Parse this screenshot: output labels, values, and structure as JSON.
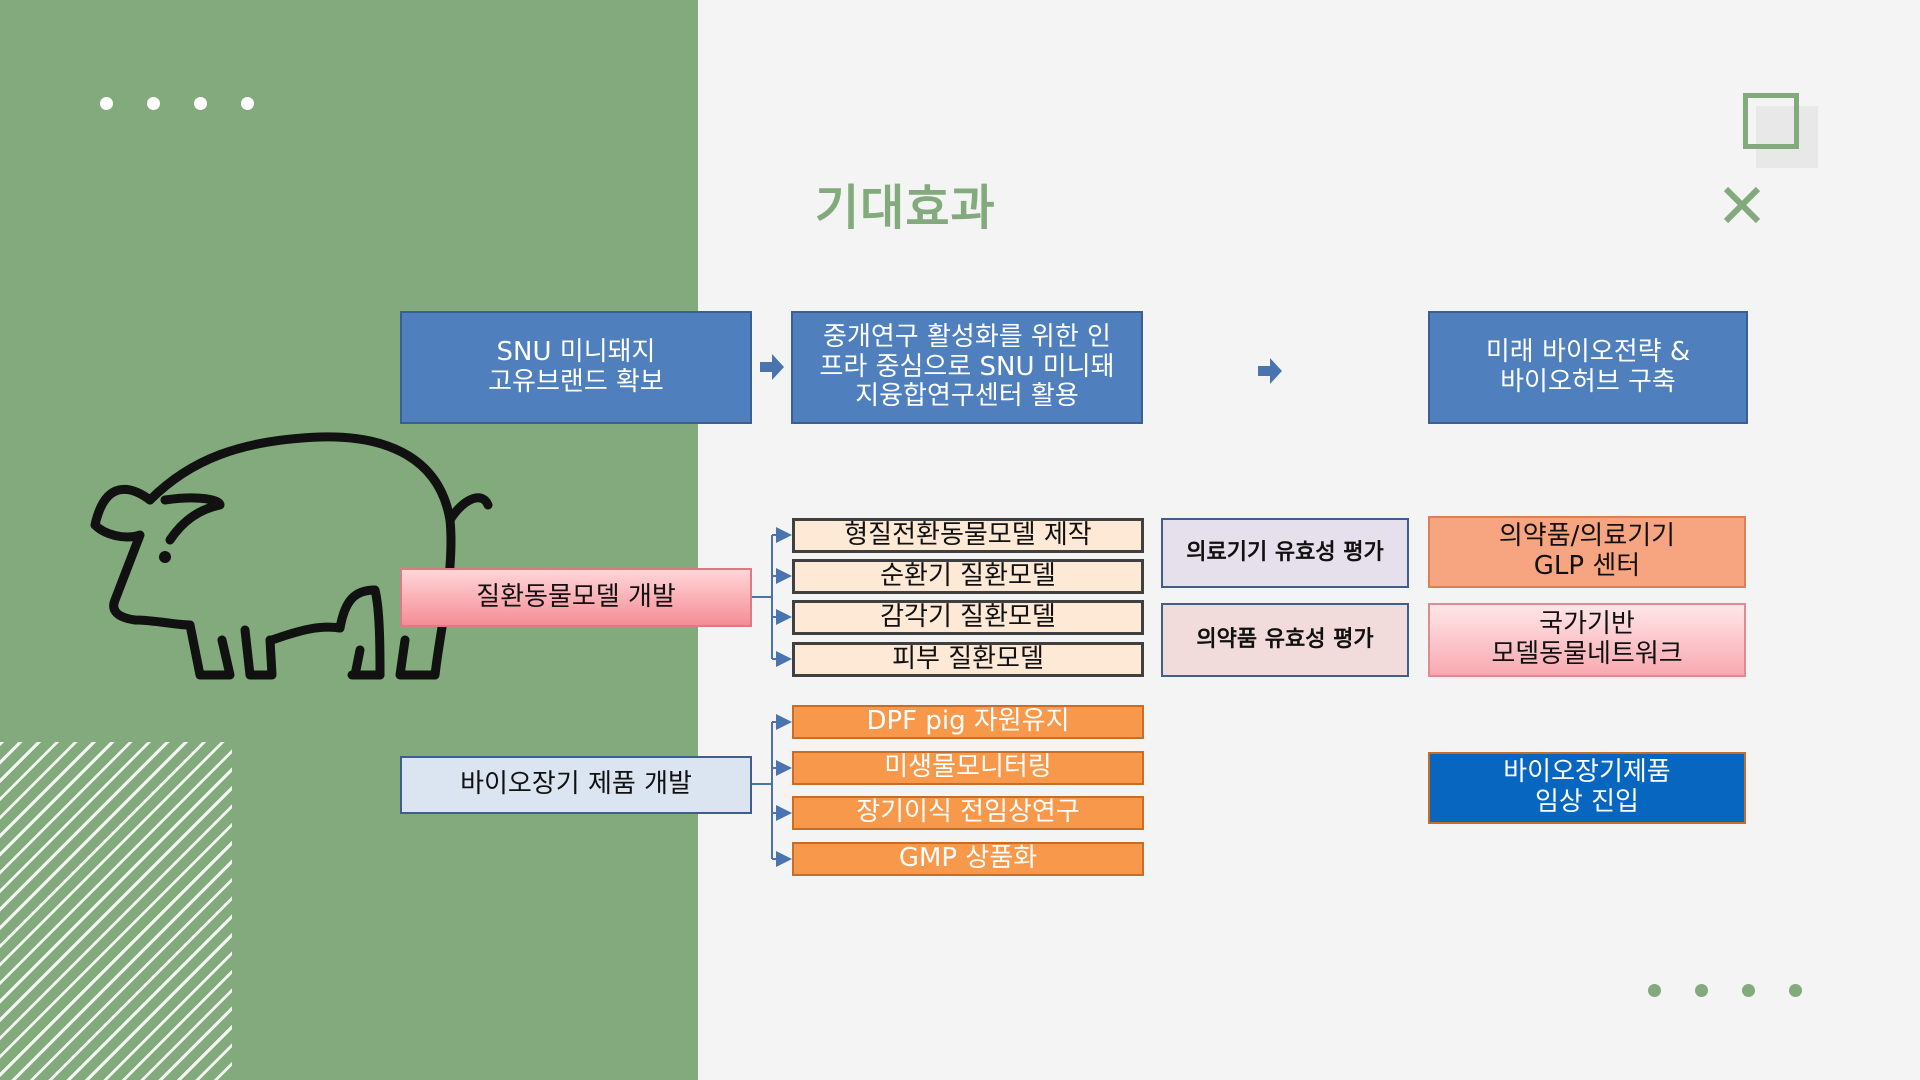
{
  "title": "기대효과",
  "row1": {
    "box1": "SNU 미니돼지\n고유브랜드 확보",
    "box2": "중개연구 활성화를 위한 인\n프라 중심으로 SNU 미니돼\n지융합연구센터 활용",
    "box3": "미래 바이오전략 &\n바이오허브 구축"
  },
  "disease": {
    "source": "질환동물모델 개발",
    "items": [
      "형질전환동물모델 제작",
      "순환기 질환모델",
      "감각기 질환모델",
      "피부 질환모델"
    ]
  },
  "bioorgan": {
    "source": "바이오장기 제품 개발",
    "items": [
      "DPF pig 자원유지",
      "미생물모니터링",
      "장기이식 전임상연구",
      "GMP 상품화"
    ]
  },
  "evaluation": {
    "device": "의료기기 유효성 평가",
    "drug": "의약품 유효성 평가"
  },
  "outcomes": {
    "glp": "의약품/의료기기\nGLP 센터",
    "network": "국가기반\n모델동물네트워크",
    "clinical": "바이오장기제품\n임상 진입"
  },
  "colors": {
    "accent_green": "#83aa7c",
    "box_blue": "#4f80bd",
    "orange": "#f7984a",
    "deep_blue": "#0766c0"
  },
  "icons": [
    "pig-icon",
    "right-arrow-icon",
    "close-icon"
  ]
}
